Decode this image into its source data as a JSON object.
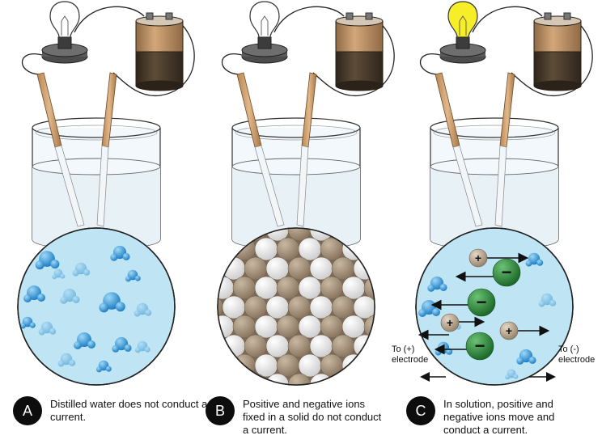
{
  "panels": [
    {
      "id": "A",
      "badge": "A",
      "caption": "Distilled water does not conduct a current.",
      "bulb": "off",
      "magnified": "water"
    },
    {
      "id": "B",
      "badge": "B",
      "caption": "Positive and negative ions fixed in a solid do not conduct a current.",
      "bulb": "off",
      "magnified": "ionic-solid"
    },
    {
      "id": "C",
      "badge": "C",
      "caption": "In solution, positive and negative ions move and conduct a current.",
      "bulb": "on",
      "magnified": "ion-solution"
    }
  ],
  "electrode_labels": {
    "positive": "To (+) electrode",
    "negative": "To (-) electrode"
  },
  "ion_symbols": {
    "cation": "+",
    "anion": "−"
  },
  "colors": {
    "water_bg": "#bfe5f5",
    "water_molecule": "#2a8fd1",
    "cation": "#b7a38c",
    "anion": "#2e8a3b",
    "lattice_tan": "#a08f7a",
    "lattice_white": "#f3f3f3",
    "bulb_on": "#f7ee2a",
    "electrode": "#c89a68",
    "battery_top": "#b5875a",
    "battery_bottom": "#4a3c2c"
  }
}
